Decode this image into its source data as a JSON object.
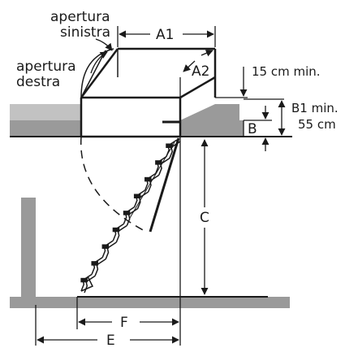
{
  "labels": {
    "opening_left_line1": "apertura",
    "opening_left_line2": "sinistra",
    "opening_right_line1": "apertura",
    "opening_right_line2": "destra",
    "a1": "A1",
    "a2": "A2",
    "min_top": "15 cm min.",
    "b1_line1": "B1 min.",
    "b1_line2": "55 cm",
    "b": "B",
    "c": "C",
    "f": "F",
    "e": "E"
  },
  "colors": {
    "ceiling_fill": "#9a9a9a",
    "line": "#1a1a1a",
    "background": "#ffffff"
  }
}
